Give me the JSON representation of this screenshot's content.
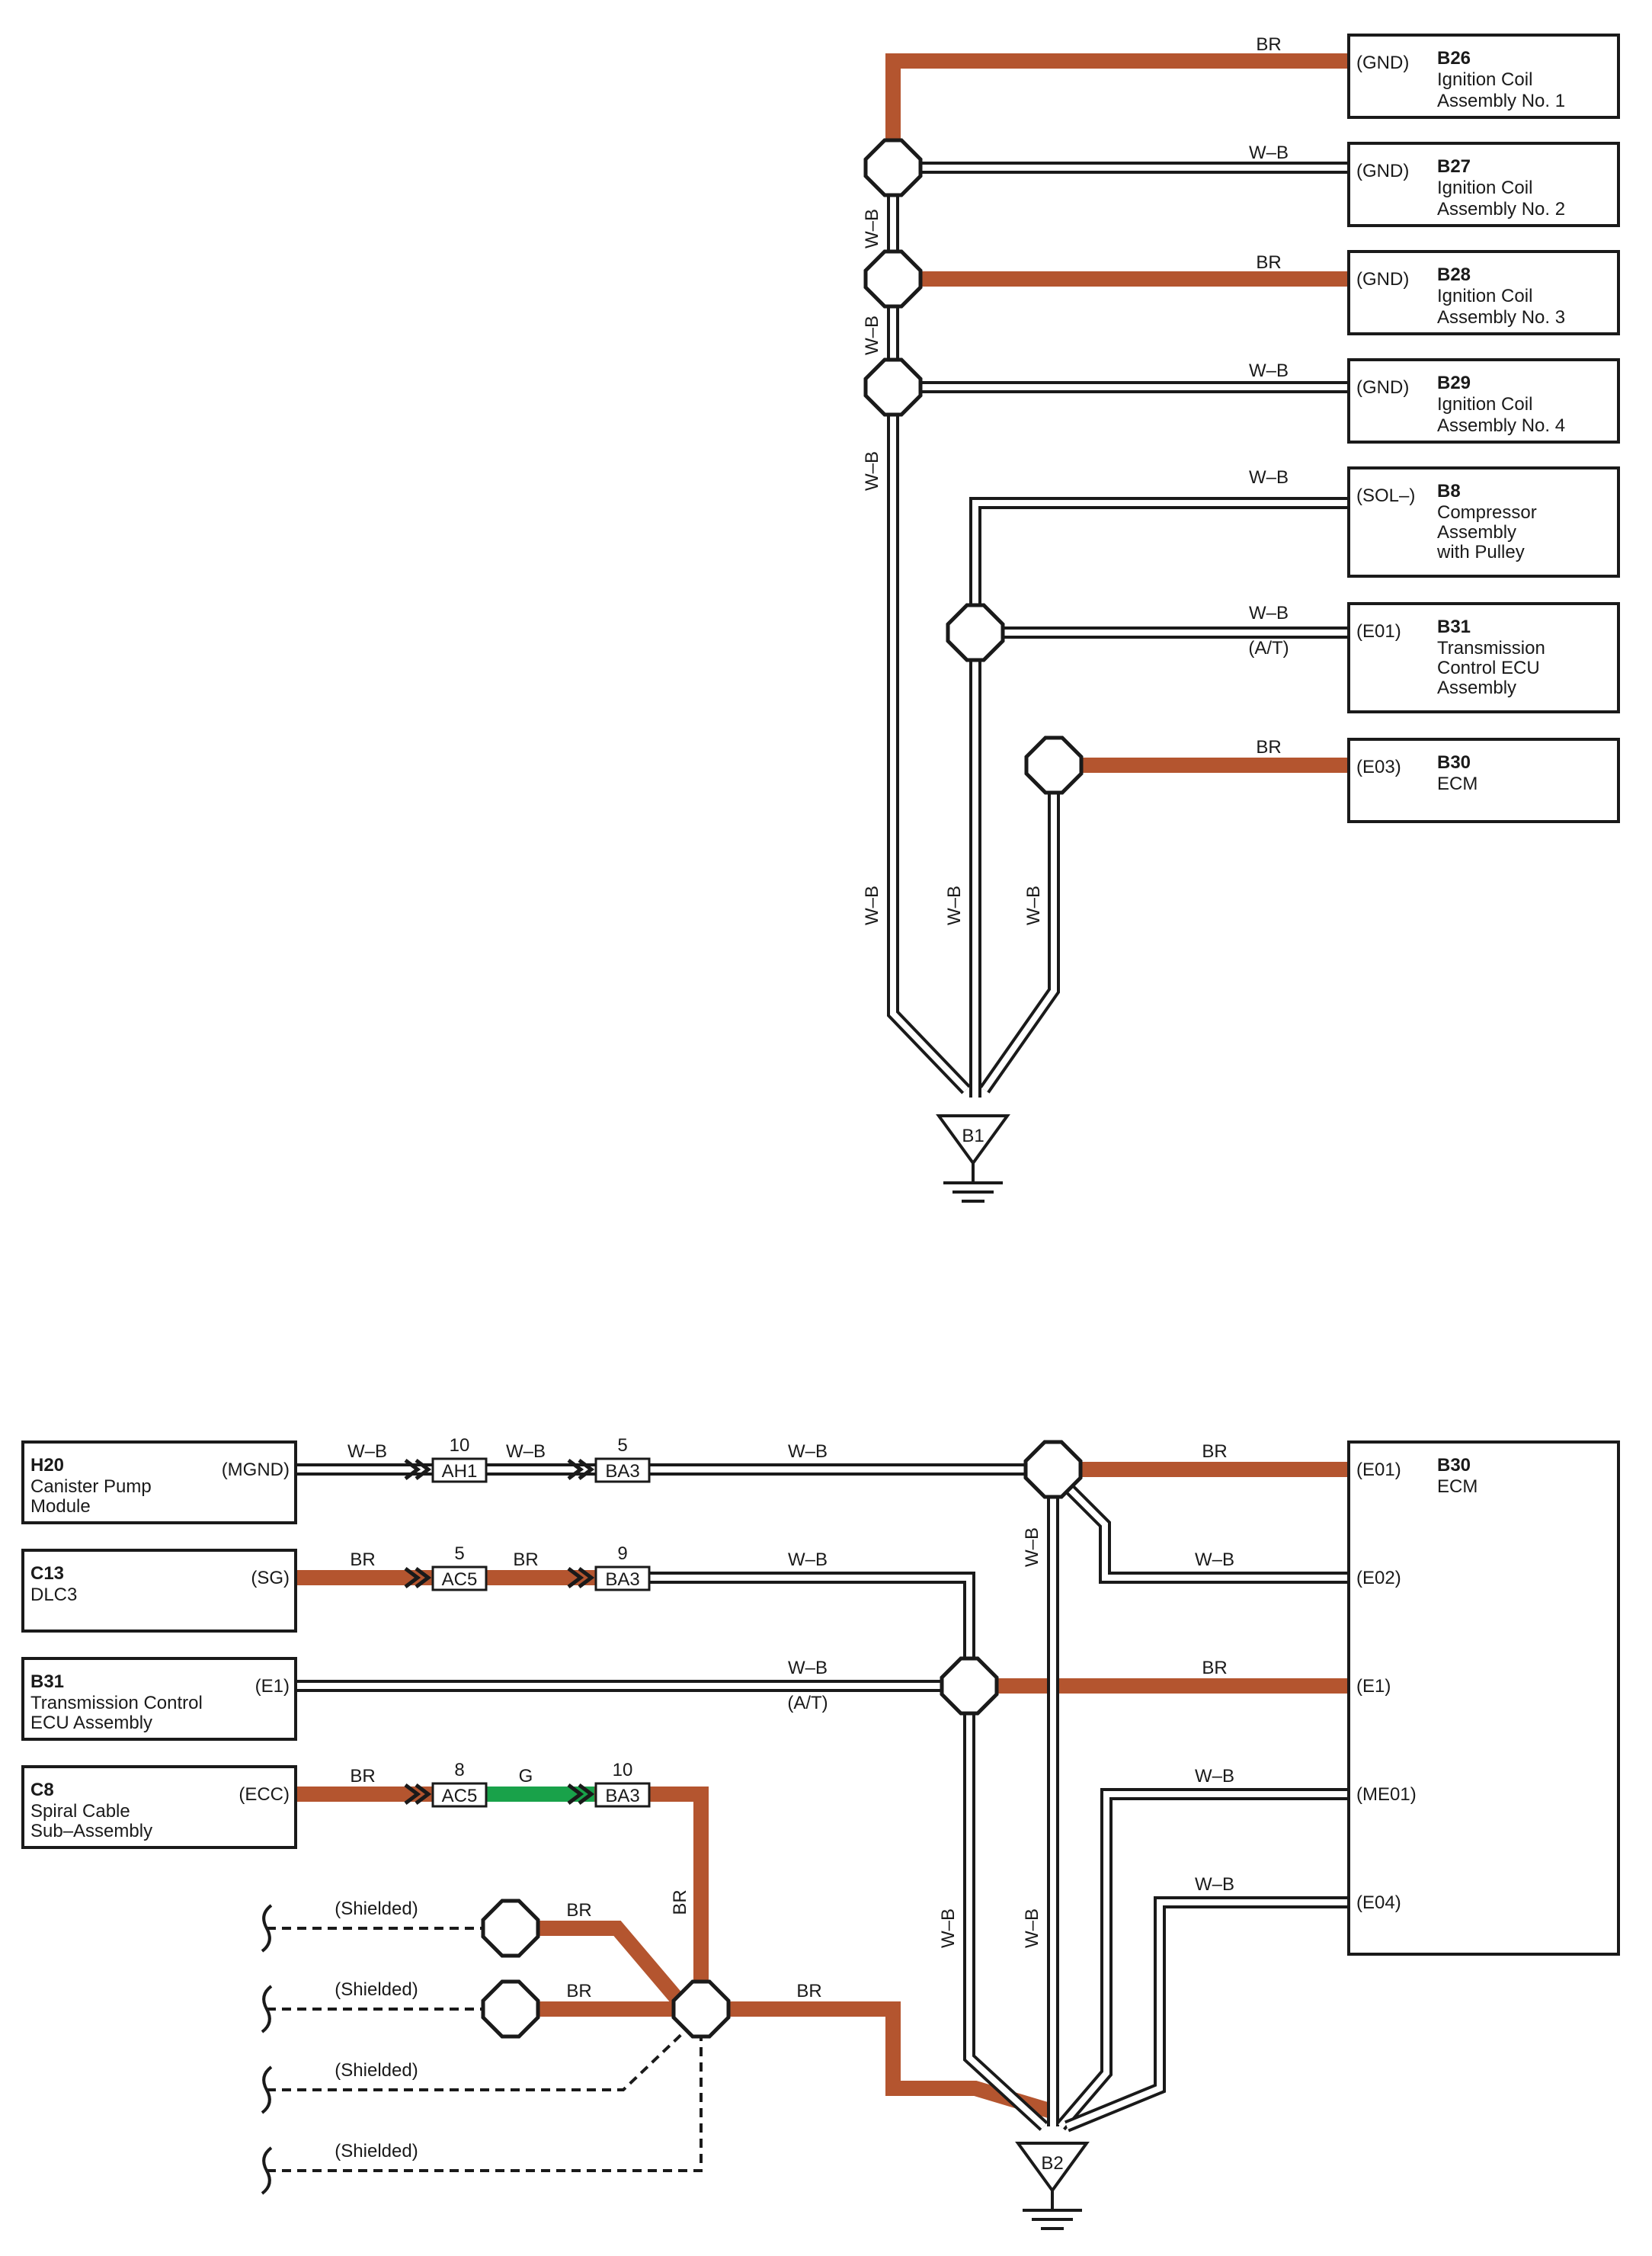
{
  "wire_colors": {
    "BR": "#b4552f",
    "G": "#19a24a",
    "W-B": "#1a1a1a"
  },
  "ground_B1": {
    "label": "B1"
  },
  "ground_B2": {
    "label": "B2"
  },
  "top_components": [
    {
      "id": "B26",
      "terminal": "(GND)",
      "name_lines": [
        "Ignition Coil",
        "Assembly No.  1"
      ],
      "wire": "BR"
    },
    {
      "id": "B27",
      "terminal": "(GND)",
      "name_lines": [
        "Ignition Coil",
        "Assembly No.  2"
      ],
      "wire": "W–B"
    },
    {
      "id": "B28",
      "terminal": "(GND)",
      "name_lines": [
        "Ignition Coil",
        "Assembly No.  3"
      ],
      "wire": "BR"
    },
    {
      "id": "B29",
      "terminal": "(GND)",
      "name_lines": [
        "Ignition Coil",
        "Assembly No.  4"
      ],
      "wire": "W–B"
    },
    {
      "id": "B8",
      "terminal": "(SOL–)",
      "name_lines": [
        "Compressor",
        "Assembly",
        "with Pulley"
      ],
      "wire": "W–B"
    },
    {
      "id": "B31",
      "terminal": "(E01)",
      "name_lines": [
        "Transmission",
        "Control ECU",
        "Assembly"
      ],
      "wire": "W–B",
      "note": "(A/T)"
    },
    {
      "id": "B30",
      "terminal": "(E03)",
      "name_lines": [
        "ECM"
      ],
      "wire": "BR"
    }
  ],
  "top_vertical_labels": [
    "W–B",
    "W–B",
    "W–B",
    "W–B",
    "W–B",
    "W–B"
  ],
  "bottom_left_components": [
    {
      "id": "H20",
      "terminal": "(MGND)",
      "name_lines": [
        "Canister Pump",
        "Module"
      ]
    },
    {
      "id": "C13",
      "terminal": "(SG)",
      "name_lines": [
        "DLC3"
      ]
    },
    {
      "id": "B31",
      "terminal": "(E1)",
      "name_lines": [
        "Transmission Control",
        "ECU Assembly"
      ]
    },
    {
      "id": "C8",
      "terminal": "(ECC)",
      "name_lines": [
        "Spiral Cable",
        "Sub–Assembly"
      ]
    }
  ],
  "connectors": [
    {
      "name": "AH1",
      "pin": "10"
    },
    {
      "name": "BA3",
      "pin": "5"
    },
    {
      "name": "AC5",
      "pin": "5"
    },
    {
      "name": "BA3",
      "pin": "9"
    },
    {
      "name": "AC5",
      "pin": "8"
    },
    {
      "name": "BA3",
      "pin": "10"
    }
  ],
  "bottom_wire_labels": {
    "h20_a": "W–B",
    "h20_b": "W–B",
    "h20_c": "W–B",
    "c13_a": "BR",
    "c13_b": "BR",
    "c13_c": "W–B",
    "b31_a": "W–B",
    "b31_note": "(A/T)",
    "c8_a": "BR",
    "c8_b": "G",
    "c8_vert": "BR",
    "sh1": "BR",
    "sh2": "BR",
    "to_ground": "BR",
    "v_left": "W–B",
    "v_mid": "W–B",
    "v_top": "W–B"
  },
  "shielded": [
    "(Shielded)",
    "(Shielded)",
    "(Shielded)",
    "(Shielded)"
  ],
  "ecm_bottom": {
    "id": "B30",
    "name": "ECM",
    "terminals": [
      {
        "terminal": "(E01)",
        "wire": "BR"
      },
      {
        "terminal": "(E02)",
        "wire": "W–B"
      },
      {
        "terminal": "(E1)",
        "wire": "BR"
      },
      {
        "terminal": "(ME01)",
        "wire": "W–B"
      },
      {
        "terminal": "(E04)",
        "wire": "W–B"
      }
    ]
  }
}
